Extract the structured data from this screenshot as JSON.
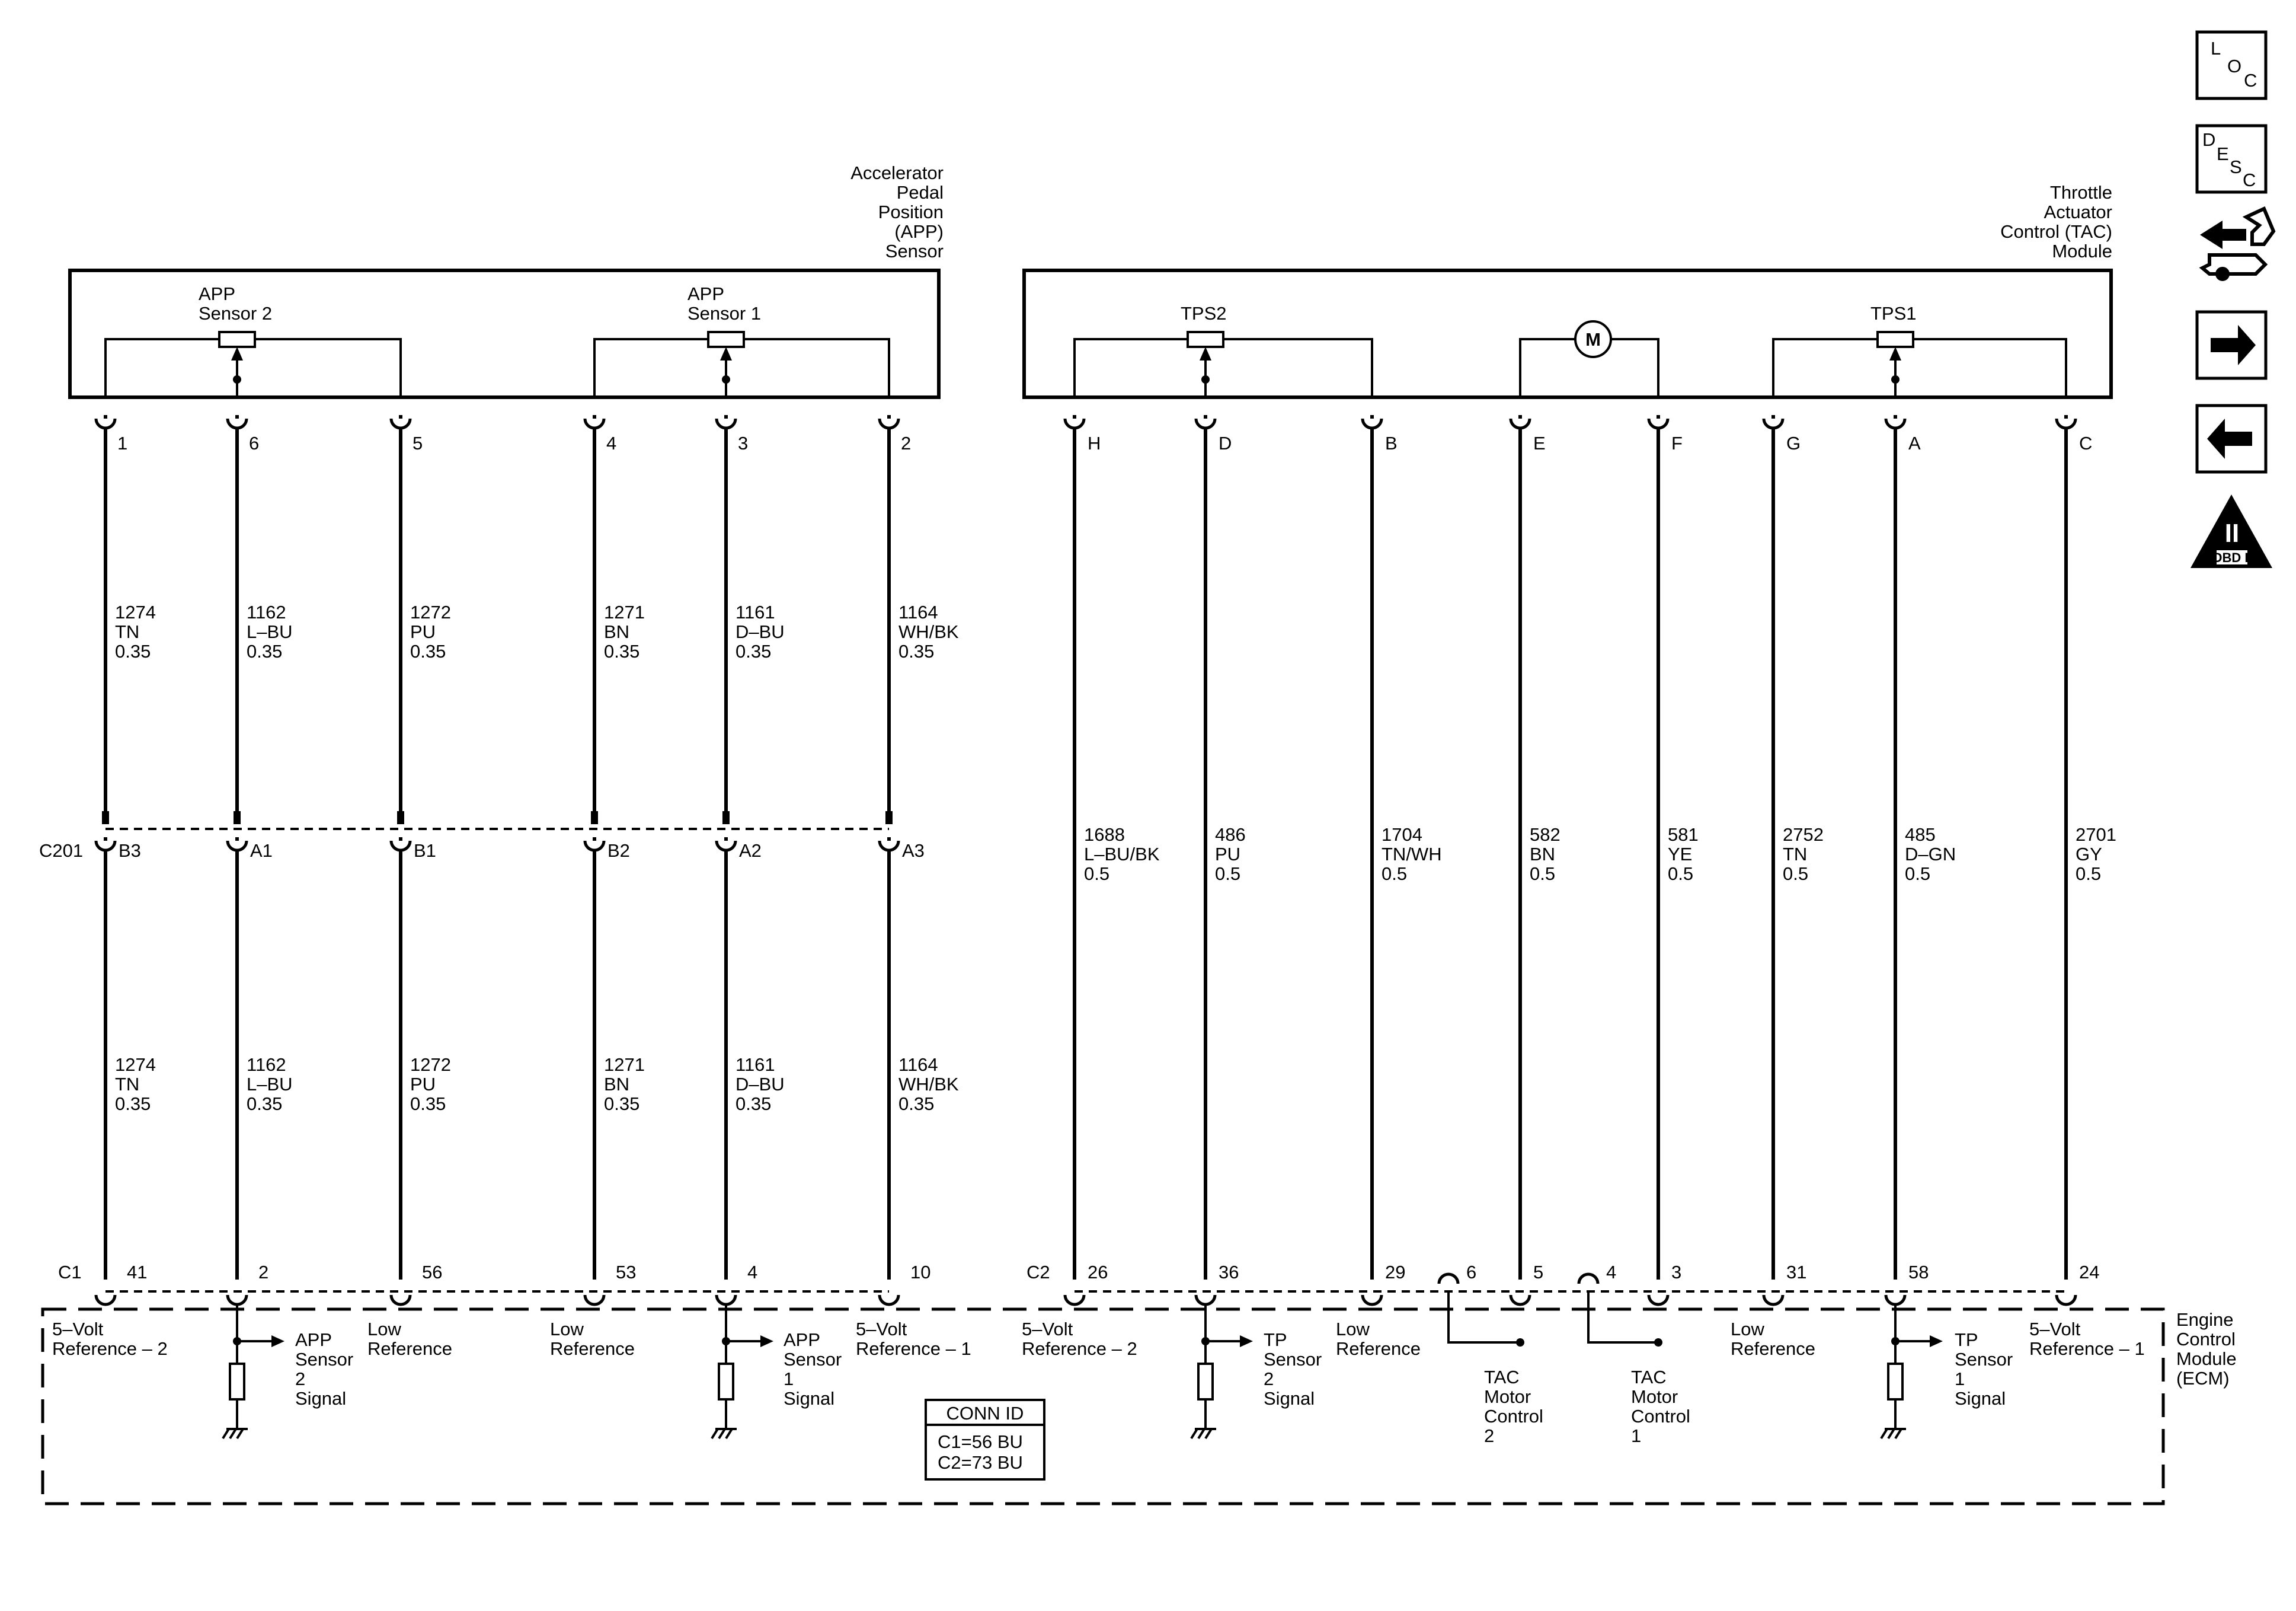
{
  "modules": {
    "app_sensor": {
      "title_lines": [
        "Accelerator",
        "Pedal",
        "Position",
        "(APP)",
        "Sensor"
      ]
    },
    "tac_module": {
      "title_lines": [
        "Throttle",
        "Actuator",
        "Control (TAC)",
        "Module"
      ]
    },
    "ecm": {
      "title_lines": [
        "Engine",
        "Control",
        "Module",
        "(ECM)"
      ]
    }
  },
  "components": {
    "app_sensor_2": [
      "APP",
      "Sensor 2"
    ],
    "app_sensor_1": [
      "APP",
      "Sensor 1"
    ],
    "tps2": "TPS2",
    "tps1": "TPS1",
    "motor": "M"
  },
  "connectors": {
    "c201": "C201",
    "c1": "C1",
    "c2": "C2"
  },
  "app_pins": [
    "1",
    "6",
    "5",
    "4",
    "3",
    "2"
  ],
  "c201_cavities": [
    "B3",
    "A1",
    "B1",
    "B2",
    "A2",
    "A3"
  ],
  "c1_pins": [
    "41",
    "2",
    "56",
    "53",
    "4",
    "10"
  ],
  "tac_pins": [
    "H",
    "D",
    "B",
    "E",
    "F",
    "G",
    "A",
    "C"
  ],
  "c2_pins": [
    "26",
    "36",
    "29",
    "5",
    "3",
    "31",
    "58",
    "24"
  ],
  "c2_extra_pins": [
    "6",
    "4"
  ],
  "app_wires": [
    [
      "1274",
      "TN",
      "0.35"
    ],
    [
      "1162",
      "L–BU",
      "0.35"
    ],
    [
      "1272",
      "PU",
      "0.35"
    ],
    [
      "1271",
      "BN",
      "0.35"
    ],
    [
      "1161",
      "D–BU",
      "0.35"
    ],
    [
      "1164",
      "WH/BK",
      "0.35"
    ]
  ],
  "tac_wires": [
    [
      "1688",
      "L–BU/BK",
      "0.5"
    ],
    [
      "486",
      "PU",
      "0.5"
    ],
    [
      "1704",
      "TN/WH",
      "0.5"
    ],
    [
      "582",
      "BN",
      "0.5"
    ],
    [
      "581",
      "YE",
      "0.5"
    ],
    [
      "2752",
      "TN",
      "0.5"
    ],
    [
      "485",
      "D–GN",
      "0.5"
    ],
    [
      "2701",
      "GY",
      "0.5"
    ]
  ],
  "ecm_labels": {
    "ref2_app": [
      "5–Volt",
      "Reference – 2"
    ],
    "app2_signal": [
      "APP",
      "Sensor",
      "2",
      "Signal"
    ],
    "low_ref_a": [
      "Low",
      "Reference"
    ],
    "low_ref_b": [
      "Low",
      "Reference"
    ],
    "app1_signal": [
      "APP",
      "Sensor",
      "1",
      "Signal"
    ],
    "ref1_app": [
      "5–Volt",
      "Reference – 1"
    ],
    "ref2_tp": [
      "5–Volt",
      "Reference – 2"
    ],
    "tp2_signal": [
      "TP",
      "Sensor",
      "2",
      "Signal"
    ],
    "low_ref_c": [
      "Low",
      "Reference"
    ],
    "tac_motor_2": [
      "TAC",
      "Motor",
      "Control",
      "2"
    ],
    "tac_motor_1": [
      "TAC",
      "Motor",
      "Control",
      "1"
    ],
    "low_ref_d": [
      "Low",
      "Reference"
    ],
    "tp1_signal": [
      "TP",
      "Sensor",
      "1",
      "Signal"
    ],
    "ref1_tp": [
      "5–Volt",
      "Reference – 1"
    ]
  },
  "conn_id": {
    "title": "CONN ID",
    "lines": [
      "C1=56 BU",
      "C2=73 BU"
    ]
  },
  "nav_icons": {
    "loc": {
      "letters": [
        "L",
        "O",
        "C"
      ]
    },
    "desc": {
      "letters": [
        "D",
        "E",
        "S",
        "C"
      ]
    },
    "obd": {
      "numeral": "II",
      "label": "OBD II"
    }
  },
  "nav_icon_names": [
    "loc-icon",
    "desc-icon",
    "component-swap-icon",
    "next-arrow-icon",
    "previous-arrow-icon",
    "obd-ii-icon"
  ]
}
